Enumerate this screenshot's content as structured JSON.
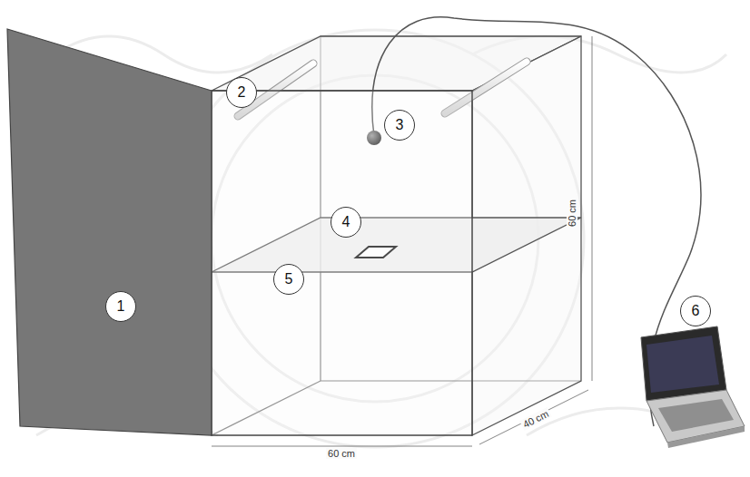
{
  "diagram": {
    "nodes": [
      {
        "text": [
          "1"
        ]
      },
      {
        "text": [
          "2"
        ]
      },
      {
        "text": [
          "3"
        ]
      },
      {
        "text": [
          "4"
        ]
      },
      {
        "text": [
          "5"
        ]
      },
      {
        "text": [
          "6"
        ]
      }
    ],
    "labels": [
      "60 cm",
      "40 cm",
      "60 cm"
    ]
  }
}
